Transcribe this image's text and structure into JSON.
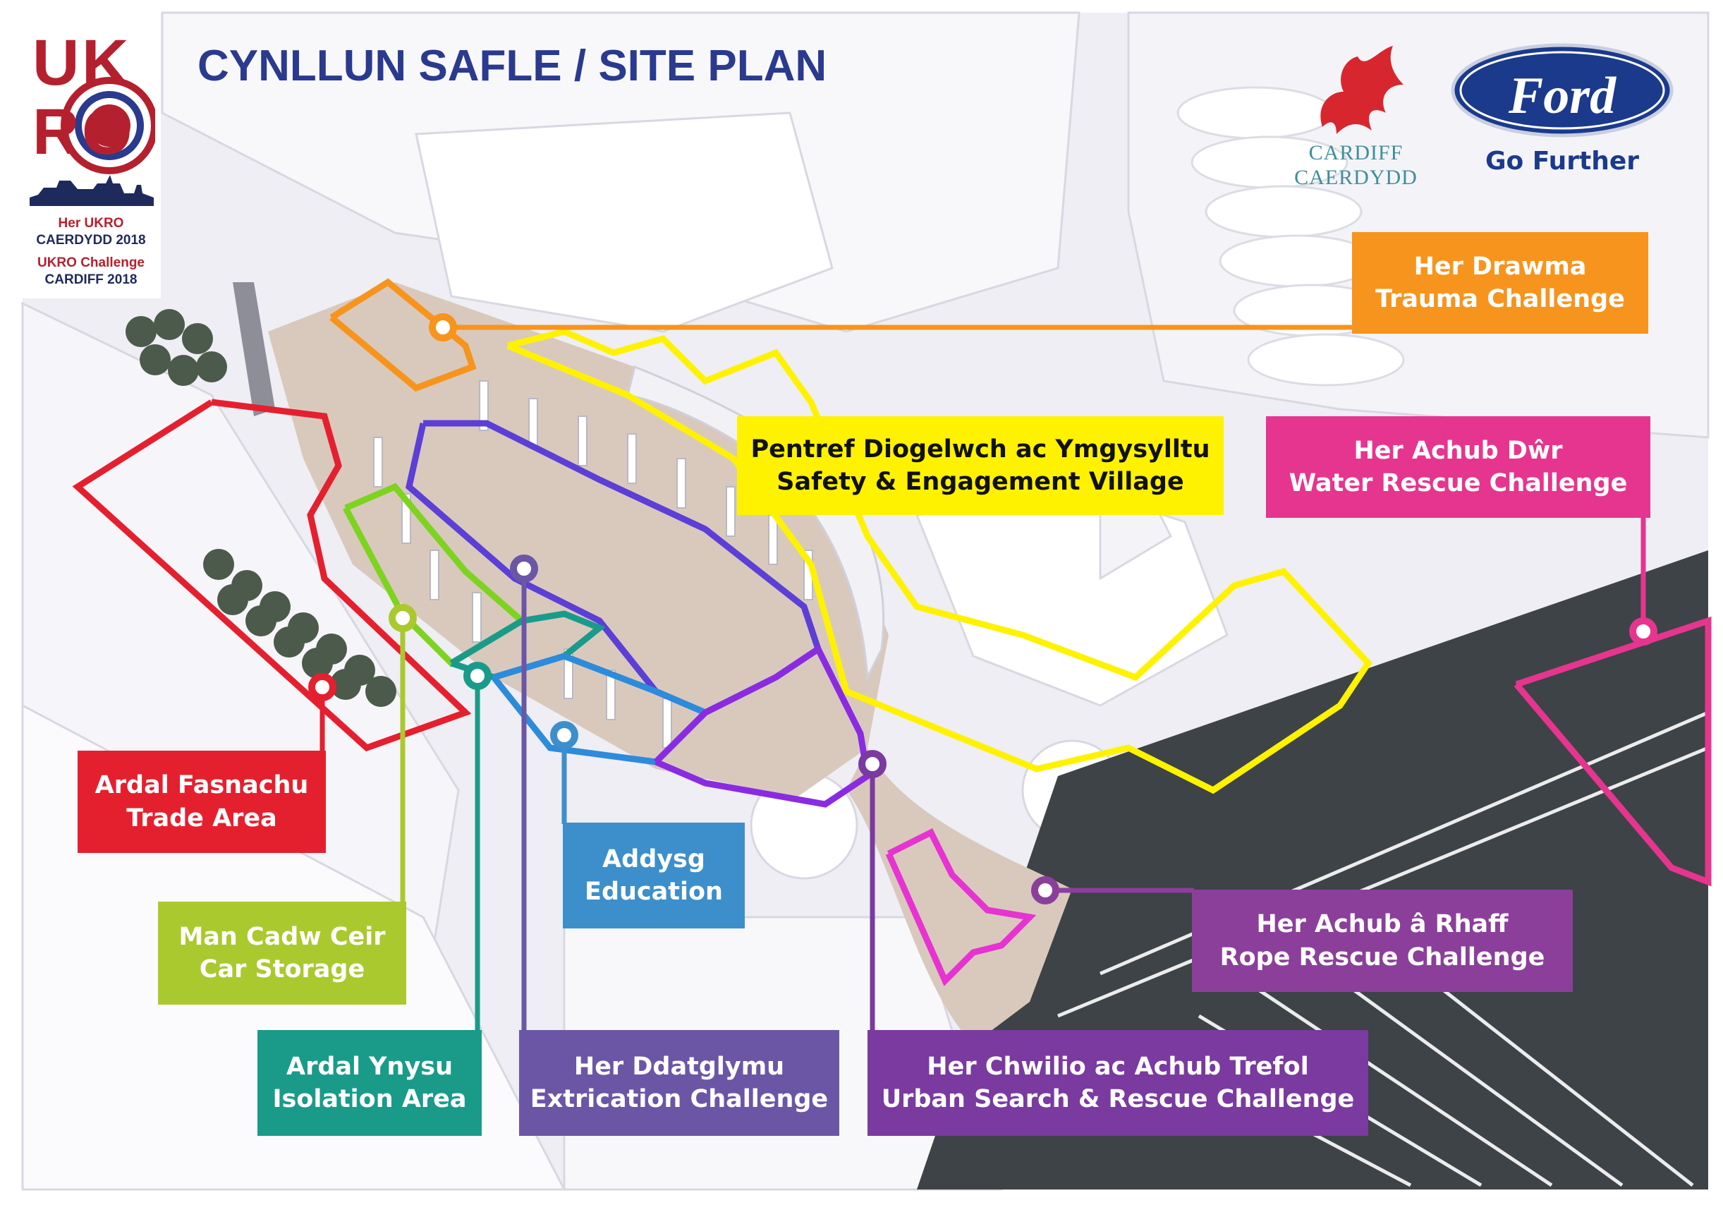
{
  "title": "CYNLLUN SAFLE / SITE PLAN",
  "logo": {
    "letters": [
      "U",
      "K",
      "R",
      "O"
    ],
    "caption_red_1": "Her UKRO",
    "caption_navy_1": "CAERDYDD 2018",
    "caption_red_2": "UKRO Challenge",
    "caption_navy_2": "CARDIFF 2018"
  },
  "partners": {
    "cardiff_line1": "CARDIFF",
    "cardiff_line2": "CAERDYDD",
    "ford_wordmark": "Ford",
    "ford_tagline": "Go Further"
  },
  "colors": {
    "title": "#2a3a8f",
    "trauma": "#f7941d",
    "safety_village": "#fff200",
    "water_rescue": "#e6358f",
    "trade_area": "#e5202e",
    "car_storage": "#aac92e",
    "isolation_area": "#1a9b8a",
    "extrication": "#6b56a6",
    "education": "#3d8fcb",
    "urban_search": "#7a3aa0",
    "rope_rescue": "#8b3f9b",
    "ground": "#d9c9bd",
    "water": "#3d4346"
  },
  "callouts": {
    "trauma": [
      "Her Drawma",
      "Trauma Challenge"
    ],
    "safety_village": [
      "Pentref Diogelwch ac Ymgysylltu",
      "Safety & Engagement Village"
    ],
    "water_rescue": [
      "Her Achub Dŵr",
      "Water Rescue Challenge"
    ],
    "trade_area": [
      "Ardal Fasnachu",
      "Trade Area"
    ],
    "education": [
      "Addysg",
      "Education"
    ],
    "rope_rescue": [
      "Her Achub â Rhaff",
      "Rope Rescue Challenge"
    ],
    "car_storage": [
      "Man Cadw Ceir",
      "Car Storage"
    ],
    "isolation_area": [
      "Ardal Ynysu",
      "Isolation Area"
    ],
    "extrication": [
      "Her Ddatglymu",
      "Extrication Challenge"
    ],
    "urban_search": [
      "Her Chwilio ac Achub Trefol",
      "Urban Search & Rescue Challenge"
    ]
  }
}
